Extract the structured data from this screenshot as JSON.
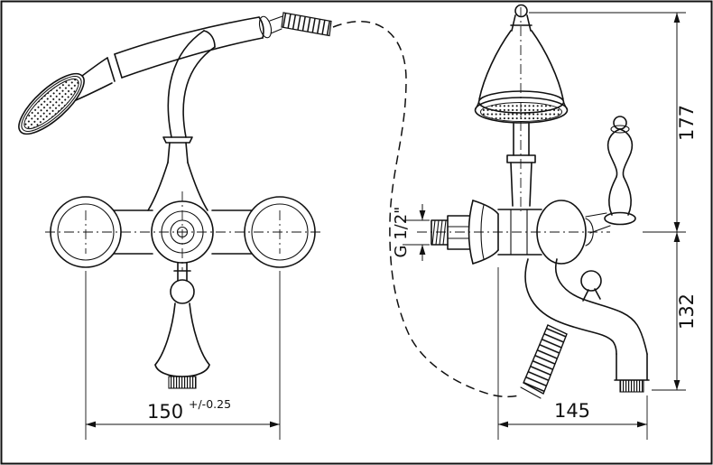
{
  "drawing": {
    "subject": "Wall-mounted bath shower mixer with telephone-style handshower, front and side technical views",
    "style": {
      "line_color": "#111111",
      "background": "#ffffff"
    }
  },
  "dims": {
    "width": "150",
    "width_tol": "+/-0.25",
    "thread": "G 1/2\"",
    "height_upper": "177",
    "height_lower": "132",
    "depth": "145"
  }
}
